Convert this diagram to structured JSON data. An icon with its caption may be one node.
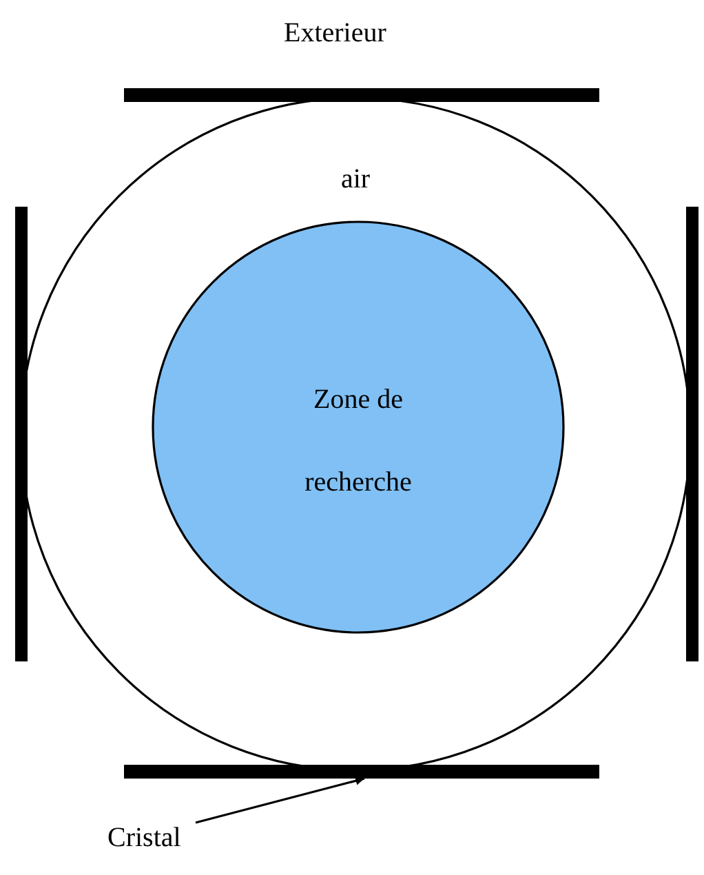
{
  "diagram": {
    "nodes": [
      {
        "text": [
          "air"
        ]
      },
      {
        "text": [
          "Zone de recherche"
        ],
        "in": 0
      },
      {
        "text": [],
        "shape": "bar"
      },
      {
        "text": [],
        "shape": "bar"
      },
      {
        "text": [],
        "shape": "bar"
      },
      {
        "text": [],
        "shape": "bar"
      },
      {
        "text": [
          "Cristal"
        ]
      }
    ],
    "edges": [
      {
        "from": 6,
        "to": 5,
        "arrow": "to"
      }
    ],
    "labels": [
      "Exterieur"
    ]
  }
}
